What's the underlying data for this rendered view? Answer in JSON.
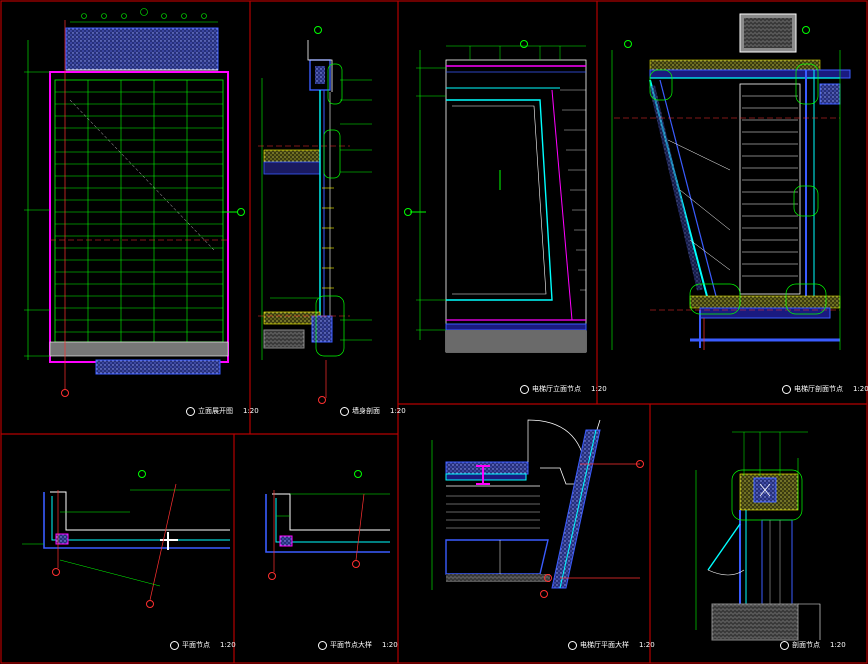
{
  "drawing": {
    "background": "#000000",
    "frame_color": "#b40000",
    "palette": {
      "outline": "#ffffff",
      "structure": "#ff00ff",
      "grid": "#00ff00",
      "glass": "#00ffff",
      "frame": "#3a5cff",
      "axis": "#ff3030",
      "dim": "#00ff00",
      "panel": "#888888",
      "yellow": "#ffff00"
    }
  },
  "scale": "1:20",
  "panels": [
    {
      "id": "p1",
      "title": "立面展开图",
      "scale": "1:20"
    },
    {
      "id": "p2",
      "title": "墙身剖面",
      "scale": "1:20"
    },
    {
      "id": "p3",
      "title": "电梯厅立面节点",
      "scale": "1:20"
    },
    {
      "id": "p4",
      "title": "电梯厅剖面节点",
      "scale": "1:20"
    },
    {
      "id": "p5",
      "title": "平面节点",
      "scale": "1:20"
    },
    {
      "id": "p6",
      "title": "平面节点大样",
      "scale": "1:20"
    },
    {
      "id": "p7",
      "title": "电梯厅平面大样",
      "scale": "1:20"
    },
    {
      "id": "p8",
      "title": "剖面节点",
      "scale": "1:20"
    }
  ]
}
